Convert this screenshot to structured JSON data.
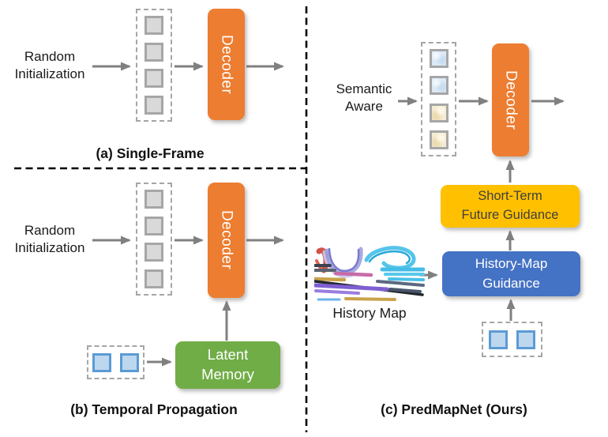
{
  "figure": {
    "panels": {
      "a": {
        "caption": "(a) Single-Frame",
        "input_label_line1": "Random",
        "input_label_line2": "Initialization",
        "decoder_label": "Decoder"
      },
      "b": {
        "caption": "(b) Temporal Propagation",
        "input_label_line1": "Random",
        "input_label_line2": "Initialization",
        "decoder_label": "Decoder",
        "memory_label_line1": "Latent",
        "memory_label_line2": "Memory"
      },
      "c": {
        "caption": "(c) PredMapNet (Ours)",
        "input_label_line1": "Semantic",
        "input_label_line2": "Aware",
        "decoder_label": "Decoder",
        "future_label_line1": "Short-Term",
        "future_label_line2": "Future Guidance",
        "history_label_line1": "History-Map",
        "history_label_line2": "Guidance",
        "history_map_caption": "History Map"
      }
    },
    "colors": {
      "decoder": "#ED7D31",
      "latent_memory": "#70AD47",
      "future_guidance": "#FFC000",
      "history_guidance": "#4472C4",
      "arrow": "#808080",
      "divider": "#000000",
      "gray_square_fill": "#D9D9D9",
      "gray_square_border": "#A6A6A6",
      "blue_square_fill": "#BDD7EE",
      "blue_square_border": "#5B9BD5",
      "semantic_square_blue": "#DCE9F6",
      "semantic_square_cream": "#F6ECD3"
    }
  }
}
